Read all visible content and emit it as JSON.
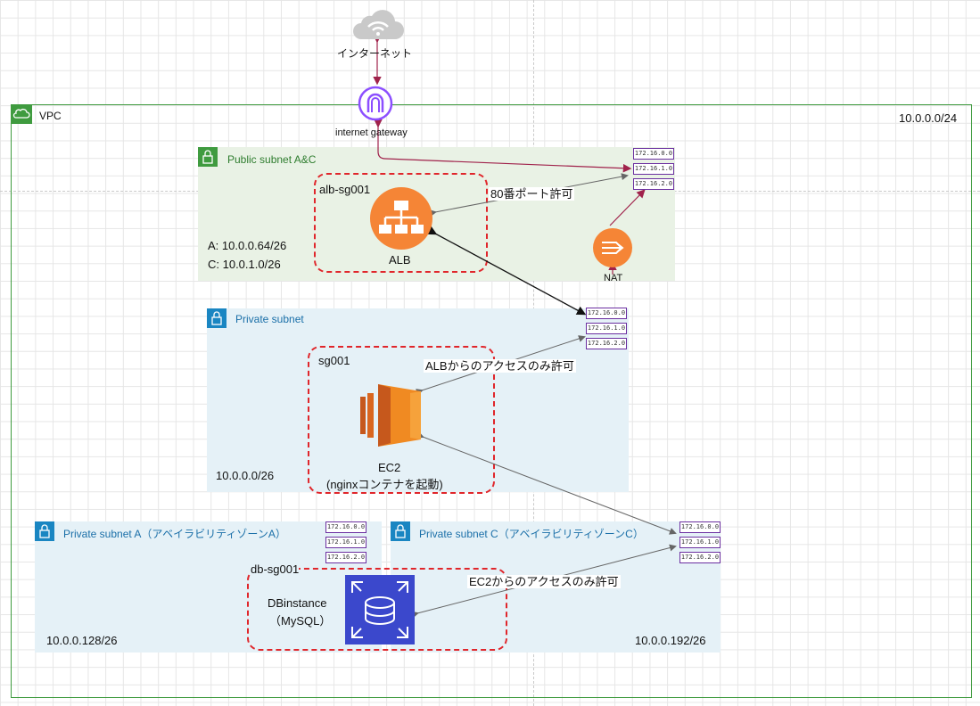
{
  "internet": {
    "label": "インターネット"
  },
  "igw": {
    "label": "internet gateway"
  },
  "vpc": {
    "label": "VPC",
    "cidr": "10.0.0.0/24"
  },
  "public_subnet": {
    "label": "Public subnet A&C",
    "cidr_a": "A: 10.0.0.64/26",
    "cidr_c": "C: 10.0.1.0/26"
  },
  "alb": {
    "sg": "alb-sg001",
    "label": "ALB",
    "rule": "80番ポート許可"
  },
  "nat": {
    "label": "NAT"
  },
  "private_subnet": {
    "label": "Private subnet",
    "cidr": "10.0.0.0/26"
  },
  "ec2": {
    "sg": "sg001",
    "label_line1": "EC2",
    "label_line2": "(nginxコンテナを起動)",
    "rule": "ALBからのアクセスのみ許可"
  },
  "subnet_a": {
    "label": "Private subnet A（アベイラビリティゾーンA）",
    "cidr": "10.0.0.128/26"
  },
  "subnet_c": {
    "label": "Private subnet C（アベイラビリティゾーンC）",
    "cidr": "10.0.0.192/26"
  },
  "db": {
    "sg": "db-sg001",
    "label_line1": "DBinstance",
    "label_line2": "（MySQL）",
    "rule": "EC2からのアクセスのみ許可"
  },
  "route_table": {
    "rows": [
      "172.16.0.0",
      "172.16.1.0",
      "172.16.2.0"
    ]
  },
  "colors": {
    "vpc": "#3f9b3f",
    "public_bg": "#e9f2e5",
    "private_bg": "#e5f1f7",
    "sg_border": "#e0262b",
    "alb": "#f58536",
    "ec2": "#e8701a",
    "db": "#3b48cc",
    "igw": "#8c4fff",
    "route_border": "#6b2fa0",
    "arrow_red": "#a0224b"
  }
}
